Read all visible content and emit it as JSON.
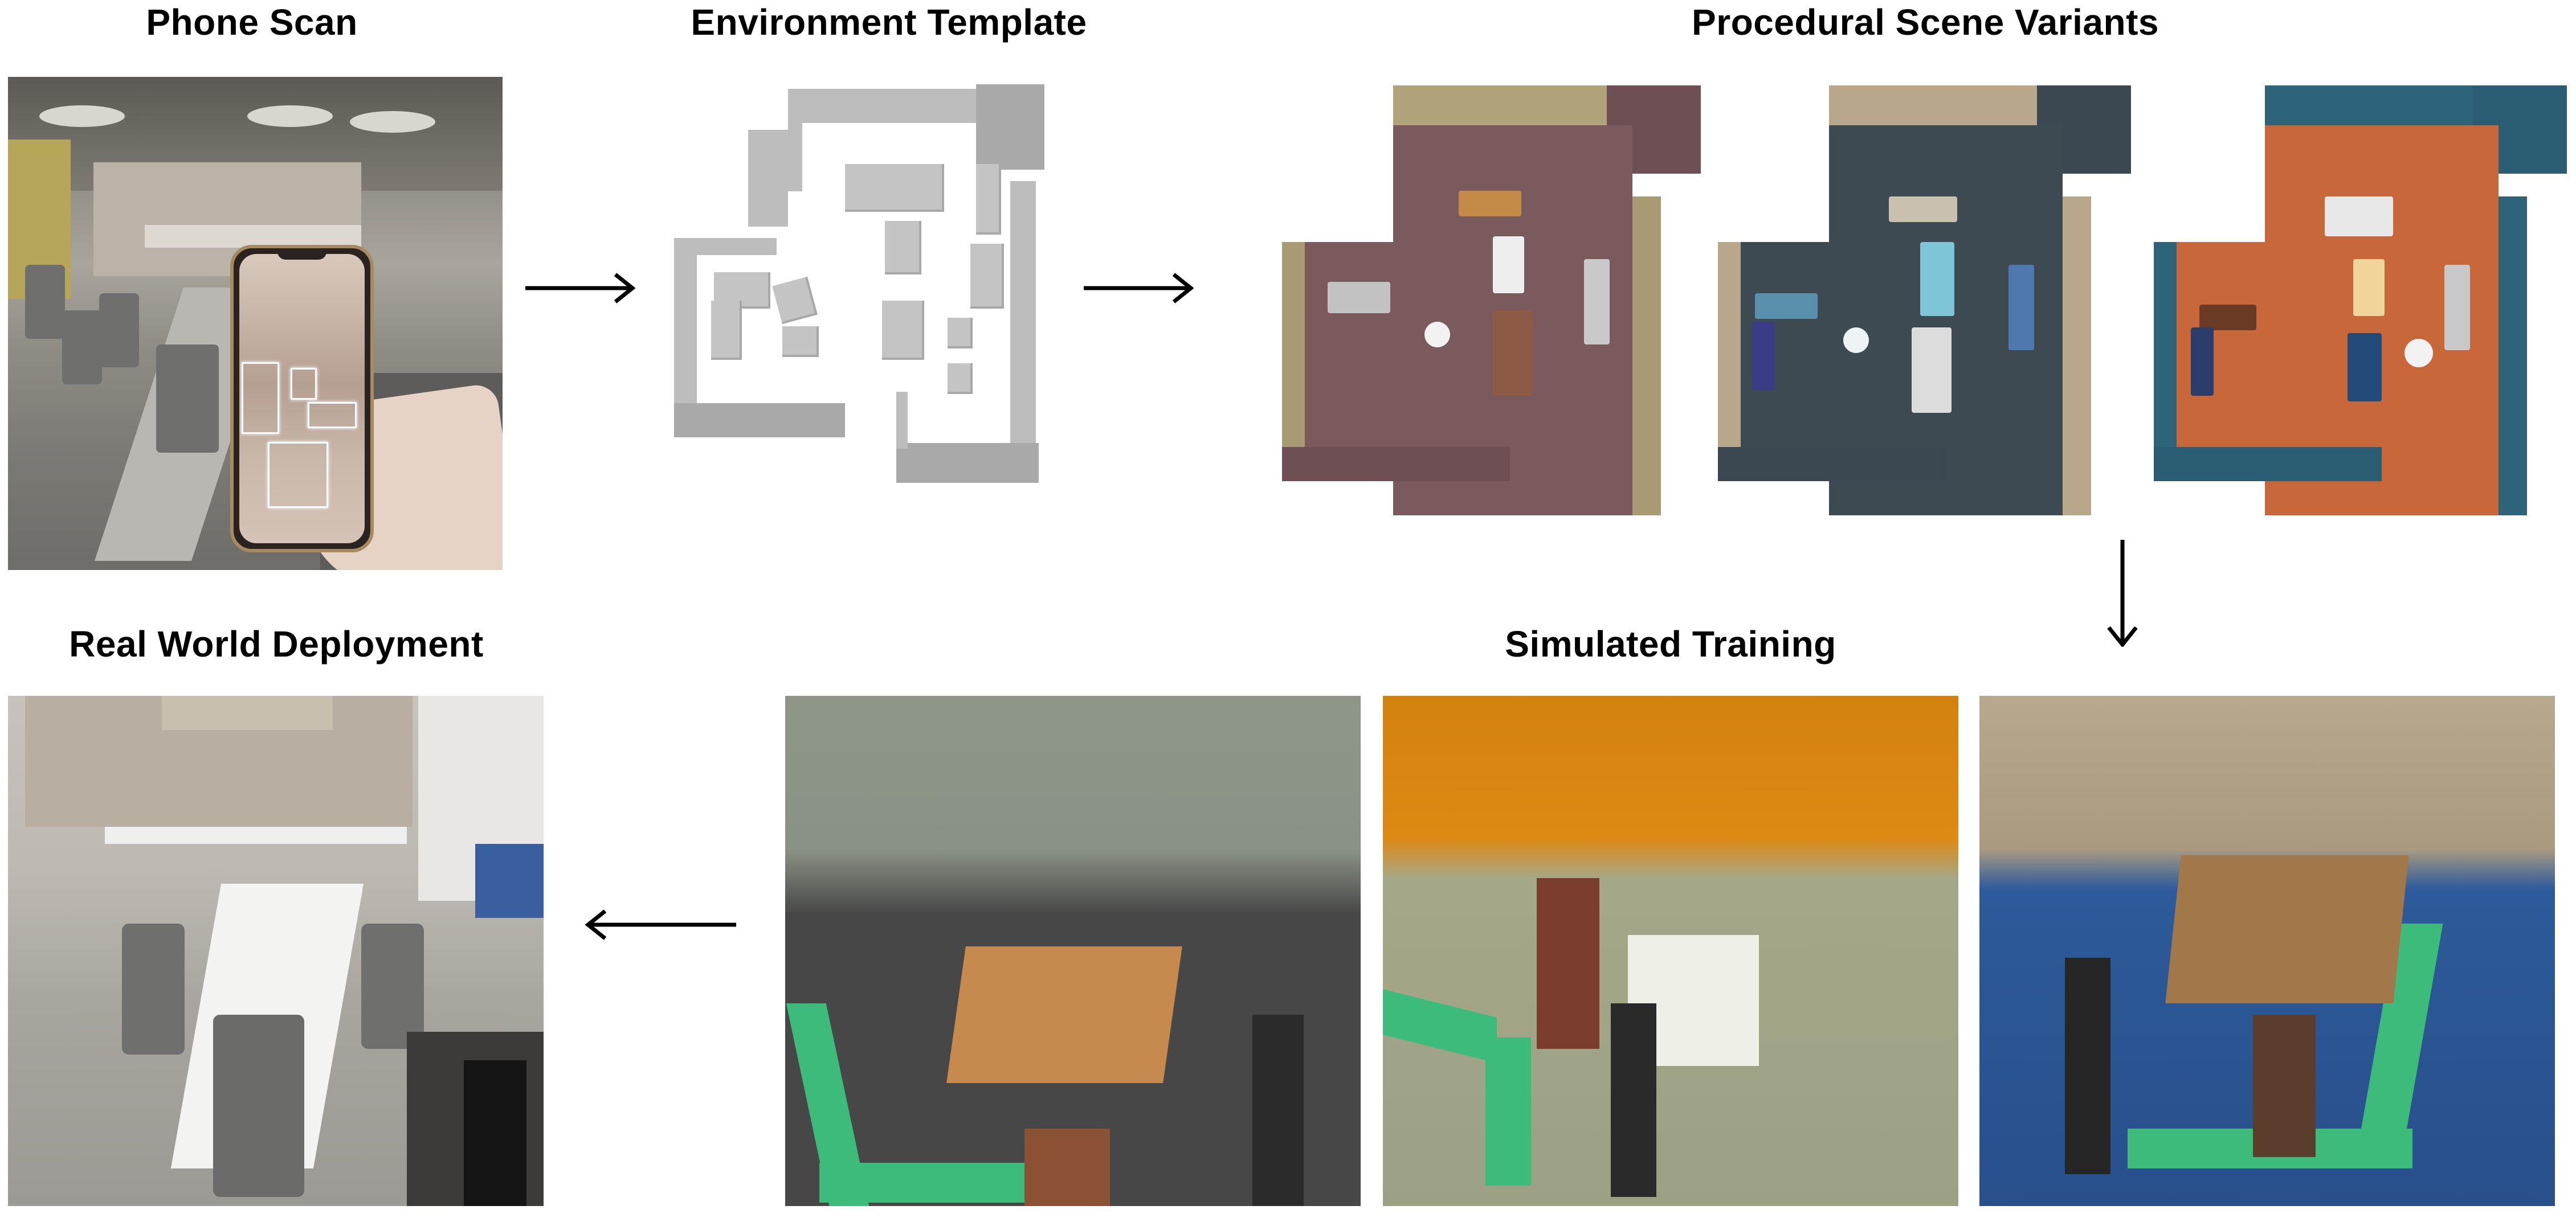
{
  "figure": {
    "stages": {
      "phone_scan": {
        "title": "Phone Scan",
        "description": "Phone held in a cafeteria capturing a 3D room scan with object bounding boxes"
      },
      "environment_template": {
        "title": "Environment Template",
        "description": "Gray untextured 3D floor-plan template of the scanned room"
      },
      "procedural_scene_variants": {
        "title": "Procedural Scene Variants",
        "variants": [
          {
            "name": "variant-1",
            "floor_color": "#7a5a5c",
            "wall_color": "#a89a72"
          },
          {
            "name": "variant-2",
            "floor_color": "#3d4a52",
            "wall_color": "#b5a487"
          },
          {
            "name": "variant-3",
            "floor_color": "#c8683a",
            "wall_color": "#2e6479"
          }
        ]
      },
      "simulated_training": {
        "title": "Simulated Training",
        "views": [
          {
            "name": "sim-view-1",
            "floor_color": "#474747",
            "wall_color": "#8d9586",
            "path_color": "#3dbb7a"
          },
          {
            "name": "sim-view-2",
            "floor_color": "#9fa386",
            "wall_color": "#d98812",
            "path_color": "#3dbb7a"
          },
          {
            "name": "sim-view-3",
            "floor_color": "#2b5592",
            "wall_color": "#b3a489",
            "path_color": "#3dbb7a"
          }
        ]
      },
      "real_world_deployment": {
        "title": "Real World Deployment",
        "description": "Robot navigating a real cafeteria with long white table and gray chairs"
      }
    },
    "arrows": [
      {
        "from": "phone_scan",
        "to": "environment_template",
        "direction": "right"
      },
      {
        "from": "environment_template",
        "to": "procedural_scene_variants",
        "direction": "right"
      },
      {
        "from": "procedural_scene_variants",
        "to": "simulated_training",
        "direction": "down"
      },
      {
        "from": "simulated_training",
        "to": "real_world_deployment",
        "direction": "left"
      }
    ]
  }
}
